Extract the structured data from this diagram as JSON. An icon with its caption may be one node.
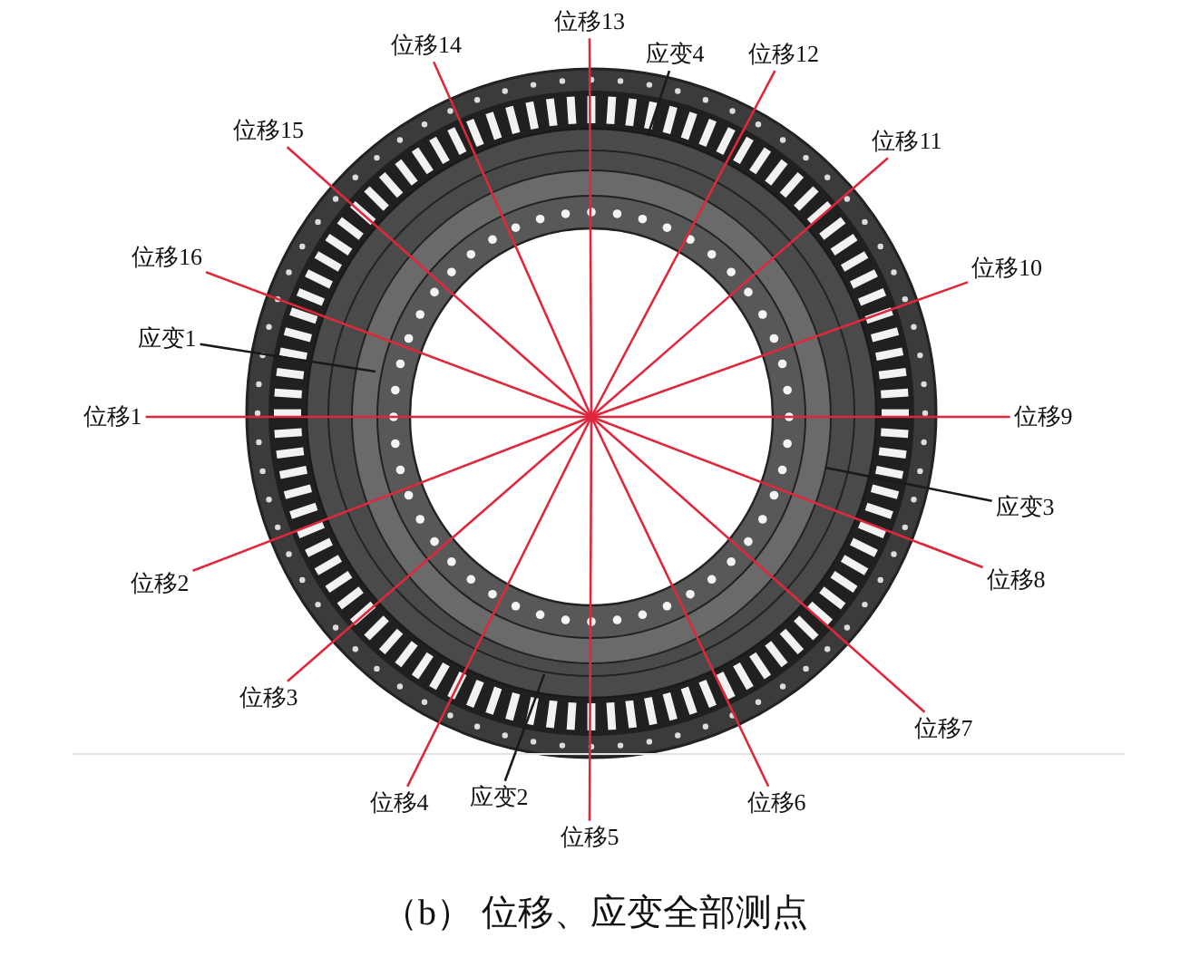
{
  "diagram": {
    "caption": "（b） 位移、应变全部测点",
    "nodes": [
      {
        "text": [
          "位移13"
        ]
      },
      {
        "text": [
          "位移14"
        ]
      },
      {
        "text": [
          "应变4"
        ]
      },
      {
        "text": [
          "位移12"
        ]
      },
      {
        "text": [
          "位移15"
        ]
      },
      {
        "text": [
          "位移11"
        ]
      },
      {
        "text": [
          "位移16"
        ]
      },
      {
        "text": [
          "位移10"
        ]
      },
      {
        "text": [
          "应变1"
        ]
      },
      {
        "text": [
          "位移1"
        ]
      },
      {
        "text": [
          "位移9"
        ]
      },
      {
        "text": [
          "应变3"
        ]
      },
      {
        "text": [
          "位移8"
        ]
      },
      {
        "text": [
          "位移2"
        ]
      },
      {
        "text": [
          "位移3"
        ]
      },
      {
        "text": [
          "位移7"
        ]
      },
      {
        "text": [
          "应变2"
        ]
      },
      {
        "text": [
          "位移4"
        ]
      },
      {
        "text": [
          "位移6"
        ]
      },
      {
        "text": [
          "位移5"
        ]
      }
    ],
    "edges": [
      {
        "from": 0,
        "to": null,
        "arrow": "none"
      },
      {
        "from": 1,
        "to": null,
        "arrow": "none"
      },
      {
        "from": 2,
        "to": null,
        "arrow": "none",
        "color": "#1a1a1a"
      },
      {
        "from": 3,
        "to": null,
        "arrow": "none"
      },
      {
        "from": 4,
        "to": null,
        "arrow": "none"
      },
      {
        "from": 5,
        "to": null,
        "arrow": "none"
      },
      {
        "from": 6,
        "to": null,
        "arrow": "none"
      },
      {
        "from": 7,
        "to": null,
        "arrow": "none"
      },
      {
        "from": 8,
        "to": null,
        "arrow": "none",
        "color": "#1a1a1a"
      },
      {
        "from": 9,
        "to": null,
        "arrow": "none"
      },
      {
        "from": 10,
        "to": null,
        "arrow": "none"
      },
      {
        "from": 11,
        "to": null,
        "arrow": "none",
        "color": "#1a1a1a"
      },
      {
        "from": 12,
        "to": null,
        "arrow": "none"
      },
      {
        "from": 13,
        "to": null,
        "arrow": "none"
      },
      {
        "from": 14,
        "to": null,
        "arrow": "none"
      },
      {
        "from": 15,
        "to": null,
        "arrow": "none"
      },
      {
        "from": 16,
        "to": null,
        "arrow": "none",
        "color": "#1a1a1a"
      },
      {
        "from": 17,
        "to": null,
        "arrow": "none"
      },
      {
        "from": 18,
        "to": null,
        "arrow": "none"
      },
      {
        "from": 19,
        "to": null,
        "arrow": "none"
      }
    ]
  }
}
